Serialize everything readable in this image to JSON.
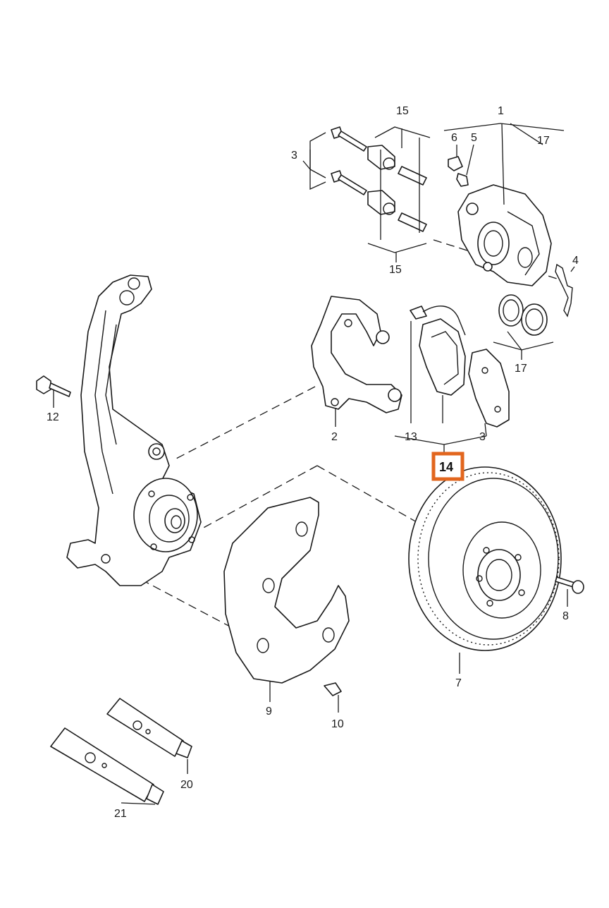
{
  "callouts": {
    "c1": "1",
    "c2": "2",
    "c3a": "3",
    "c3b": "3",
    "c4": "4",
    "c5": "5",
    "c6": "6",
    "c7": "7",
    "c8": "8",
    "c9": "9",
    "c10": "10",
    "c12": "12",
    "c13": "13",
    "c14": "14",
    "c15a": "15",
    "c15b": "15",
    "c17a": "17",
    "c17b": "17",
    "c20": "20",
    "c21": "21"
  },
  "colors": {
    "highlight": "#e2661e",
    "line": "#1a1a1a"
  }
}
